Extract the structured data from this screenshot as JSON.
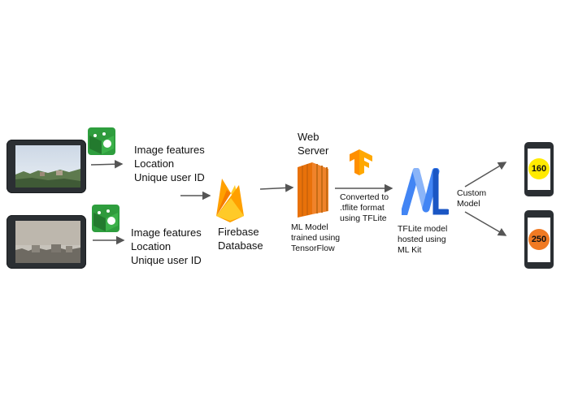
{
  "client_top": {
    "lines": [
      "Image features",
      "Location",
      "Unique user ID"
    ]
  },
  "client_bottom": {
    "lines": [
      "Image features",
      "Location",
      "Unique user ID"
    ]
  },
  "firebase": {
    "lines": [
      "Firebase",
      "Database"
    ]
  },
  "server": {
    "title_lines": [
      "Web",
      "Server"
    ],
    "caption_lines": [
      "ML Model",
      "trained using",
      "TensorFlow"
    ]
  },
  "convert": {
    "lines": [
      "Converted to",
      ".tflite format",
      "using TFLite"
    ]
  },
  "mlkit": {
    "caption_lines": [
      "TFLite model",
      "hosted using",
      "ML Kit"
    ]
  },
  "custom": {
    "lines": [
      "Custom",
      "Model"
    ]
  },
  "outputs": {
    "top_value": "160",
    "bottom_value": "250",
    "top_color": "#ffea00",
    "bottom_color": "#f07a23"
  },
  "icons": {
    "android_cube": "android-cube-icon",
    "firebase": "firebase-icon",
    "tensorflow": "tensorflow-icon",
    "server": "server-stack-icon",
    "mlkit": "ml-kit-icon"
  }
}
